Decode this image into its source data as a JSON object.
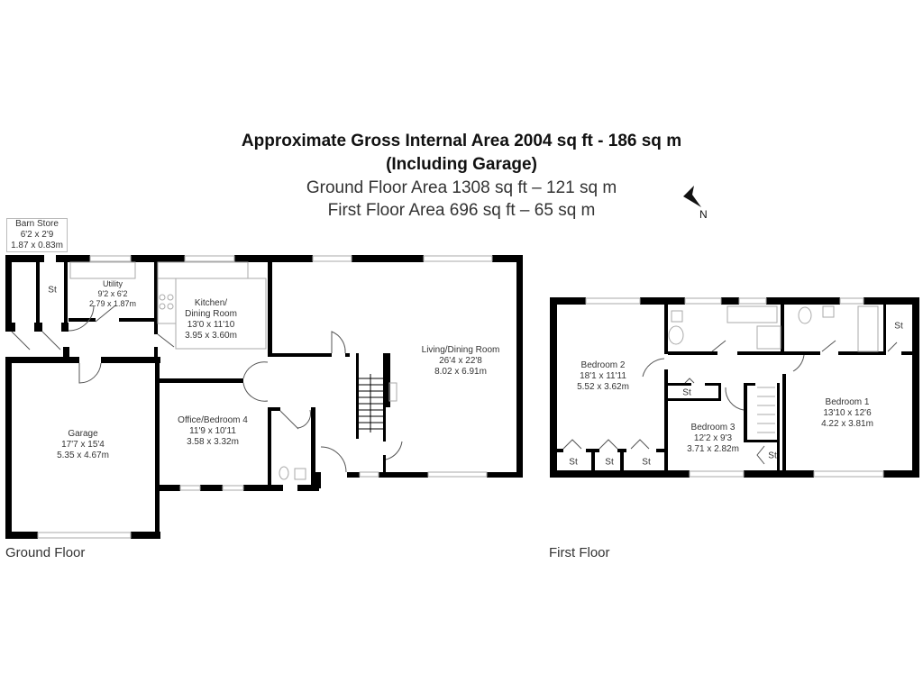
{
  "header": {
    "title_line1": "Approximate Gross Internal Area 2004 sq ft - 186 sq m",
    "title_line2": "(Including Garage)",
    "ground_area": "Ground Floor Area 1308 sq ft – 121 sq m",
    "first_area": "First Floor Area 696 sq ft – 65 sq m"
  },
  "compass": {
    "icon": "north-arrow-icon",
    "label": "N"
  },
  "ground_floor": {
    "label": "Ground Floor",
    "rooms": [
      {
        "name": "Barn Store",
        "imperial": "6'2 x 2'9",
        "metric": "1.87 x 0.83m"
      },
      {
        "name": "Utility",
        "imperial": "9'2 x 6'2",
        "metric": "2.79 x 1.87m"
      },
      {
        "name": "Kitchen/",
        "name2": "Dining Room",
        "imperial": "13'0 x 11'10",
        "metric": "3.95 x 3.60m"
      },
      {
        "name": "Living/Dining Room",
        "imperial": "26'4 x 22'8",
        "metric": "8.02 x 6.91m"
      },
      {
        "name": "Garage",
        "imperial": "17'7 x 15'4",
        "metric": "5.35 x 4.67m"
      },
      {
        "name": "Office/Bedroom 4",
        "imperial": "11'9 x 10'11",
        "metric": "3.58 x 3.32m"
      }
    ],
    "storage_labels": [
      "St"
    ]
  },
  "first_floor": {
    "label": "First Floor",
    "rooms": [
      {
        "name": "Bedroom 2",
        "imperial": "18'1 x 11'11",
        "metric": "5.52 x 3.62m"
      },
      {
        "name": "Bedroom 3",
        "imperial": "12'2 x 9'3",
        "metric": "3.71 x 2.82m"
      },
      {
        "name": "Bedroom 1",
        "imperial": "13'10 x 12'6",
        "metric": "4.22 x 3.81m"
      }
    ],
    "storage_labels": [
      "St",
      "St",
      "St",
      "St",
      "St",
      "St"
    ]
  },
  "colors": {
    "wall": "#000000",
    "fixture": "#aaaaaa",
    "text": "#333333",
    "background": "#ffffff"
  }
}
